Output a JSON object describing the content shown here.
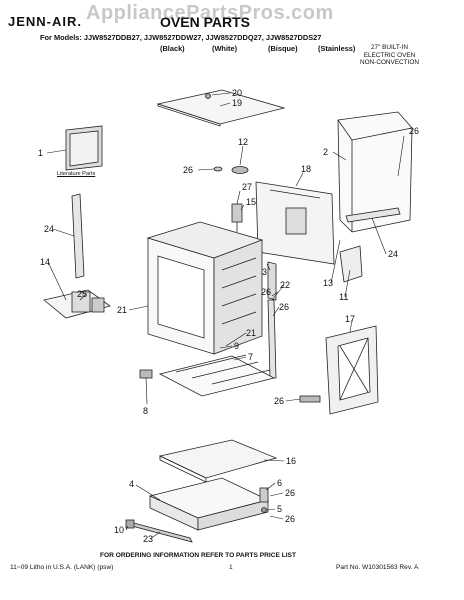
{
  "header": {
    "watermark": "AppliancePartsPros.com",
    "brand": "JENN-AIR.",
    "title": "OVEN PARTS",
    "models": "For Models: JJW8527DDB27, JJW8527DDW27, JJW8527DDQ27, JJW8527DDS27",
    "colors": [
      "(Black)",
      "(White)",
      "(Bisque)",
      "(Stainless)"
    ],
    "type_lines": [
      "27\" BUILT-IN",
      "ELECTRIC OVEN",
      "NON-CONVECTION"
    ]
  },
  "literature_label": "Literature Parts",
  "callouts": [
    {
      "id": "c20",
      "text": "20"
    },
    {
      "id": "c19",
      "text": "19"
    },
    {
      "id": "c1",
      "text": "1"
    },
    {
      "id": "c12",
      "text": "12"
    },
    {
      "id": "c26a",
      "text": "26"
    },
    {
      "id": "c2",
      "text": "2"
    },
    {
      "id": "c26b",
      "text": "26"
    },
    {
      "id": "c18",
      "text": "18"
    },
    {
      "id": "c27",
      "text": "27"
    },
    {
      "id": "c15",
      "text": "15"
    },
    {
      "id": "c24a",
      "text": "24"
    },
    {
      "id": "c3",
      "text": "3"
    },
    {
      "id": "c24b",
      "text": "24"
    },
    {
      "id": "c14",
      "text": "14"
    },
    {
      "id": "c25",
      "text": "25"
    },
    {
      "id": "c13",
      "text": "13"
    },
    {
      "id": "c11",
      "text": "11"
    },
    {
      "id": "c22",
      "text": "22"
    },
    {
      "id": "c26c",
      "text": "26"
    },
    {
      "id": "c21a",
      "text": "21"
    },
    {
      "id": "c26d",
      "text": "26"
    },
    {
      "id": "c17",
      "text": "17"
    },
    {
      "id": "c21b",
      "text": "21"
    },
    {
      "id": "c9",
      "text": "9"
    },
    {
      "id": "c7",
      "text": "7"
    },
    {
      "id": "c26e",
      "text": "26"
    },
    {
      "id": "c8",
      "text": "8"
    },
    {
      "id": "c16",
      "text": "16"
    },
    {
      "id": "c4",
      "text": "4"
    },
    {
      "id": "c6",
      "text": "6"
    },
    {
      "id": "c26f",
      "text": "26"
    },
    {
      "id": "c5",
      "text": "5"
    },
    {
      "id": "c26g",
      "text": "26"
    },
    {
      "id": "c10",
      "text": "10"
    },
    {
      "id": "c23",
      "text": "23"
    }
  ],
  "footer": {
    "order_info": "FOR ORDERING INFORMATION REFER TO PARTS PRICE LIST",
    "left": "11~09 Litho in U.S.A. (LANK) (psw)",
    "page": "1",
    "part_no": "Part No. W10301563 Rev. A"
  }
}
